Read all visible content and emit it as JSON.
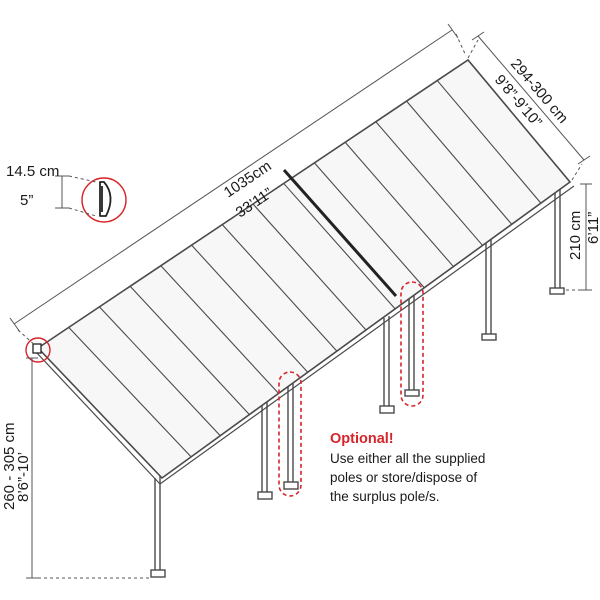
{
  "dimensions": {
    "length_metric": "1035cm",
    "length_imperial": "33’11”",
    "width_metric": "294-300 cm",
    "width_imperial": "9’8”-9’10”",
    "height_low_metric": "210 cm",
    "height_low_imperial": "6’11”",
    "height_high_metric": "260 - 305 cm",
    "height_high_imperial": "8’6”-10’",
    "gutter_metric": "14.5 cm",
    "gutter_imperial": "5”"
  },
  "note": {
    "title": "Optional!",
    "lines": [
      "Use either all the supplied",
      "poles or store/dispose of",
      "the surplus pole/s."
    ]
  },
  "colors": {
    "structure": "#4a4a4a",
    "panel_fill": "#f7f7f7",
    "dimension_line": "#555555",
    "highlight": "#d6252a"
  },
  "roof_panel_count": 14
}
